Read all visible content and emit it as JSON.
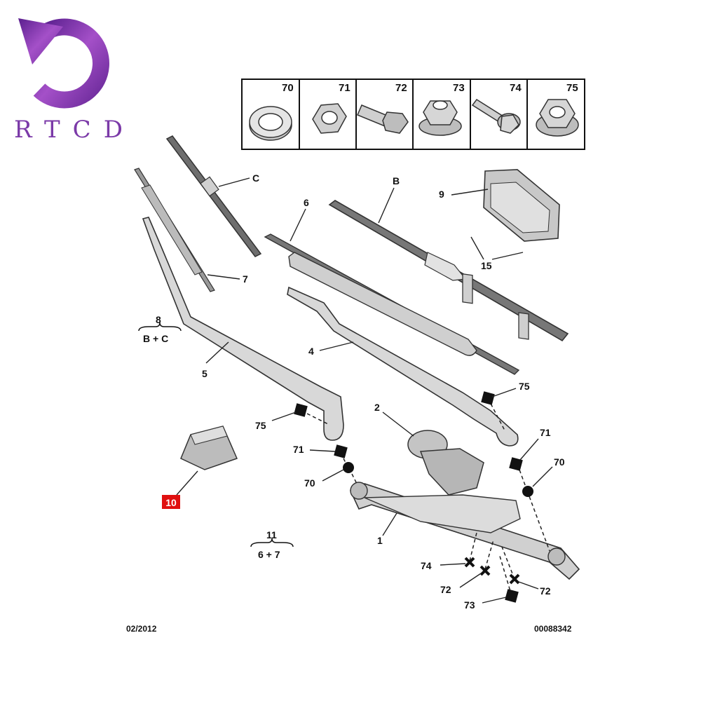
{
  "logo": {
    "text": "RTCD",
    "color": "#7b3aa8"
  },
  "hardware_table": {
    "headers": [
      "70",
      "71",
      "72",
      "73",
      "74",
      "75"
    ],
    "icons": [
      "ring-washer-icon",
      "hex-nut-icon",
      "bolt-icon",
      "flange-nut-icon",
      "screw-with-washer-icon",
      "hex-flange-nut-icon"
    ]
  },
  "callouts": {
    "c": "C",
    "b": "B",
    "p6": "6",
    "p7": "7",
    "p9": "9",
    "p15": "15",
    "p8": "8",
    "p8_sub": "B + C",
    "p5": "5",
    "p4": "4",
    "p75a": "75",
    "p75b": "75",
    "p2": "2",
    "p71a": "71",
    "p71b": "71",
    "p70a": "70",
    "p70b": "70",
    "p10": "10",
    "p1": "1",
    "p11": "11",
    "p11_sub": "6 + 7",
    "p74": "74",
    "p72a": "72",
    "p72b": "72",
    "p73": "73"
  },
  "highlight_color": "#e01010",
  "footer": {
    "date": "02/2012",
    "ref": "00088342"
  }
}
